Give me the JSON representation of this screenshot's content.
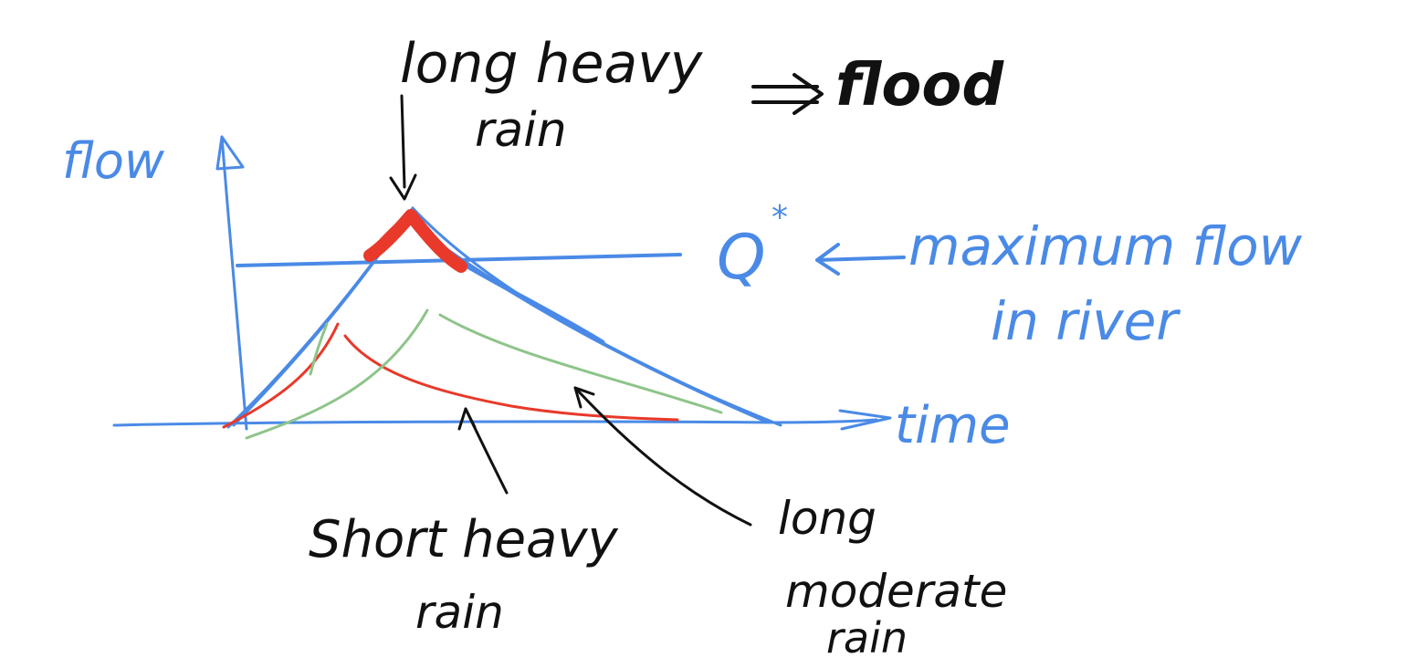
{
  "labels": {
    "y_axis": "flow",
    "x_axis": "time",
    "threshold_symbol": "Q",
    "threshold_superscript": "*",
    "threshold_line1": "maximum flow",
    "threshold_line2": "in river",
    "top_line1": "long heavy",
    "top_line2": "rain",
    "top_result": "flood",
    "short_line1": "Short heavy",
    "short_line2": "rain",
    "moderate_line1": "long",
    "moderate_line2": "moderate",
    "moderate_line3": "rain"
  },
  "colors": {
    "axes": "#4a8ae6",
    "long_heavy": "#4a8ae6",
    "short_heavy": "#e8392a",
    "long_moderate": "#8ec48a",
    "flood_excess": "#e8392a",
    "annotation": "#111111"
  },
  "curves": [
    {
      "name": "long heavy rain",
      "color_key": "long_heavy"
    },
    {
      "name": "short heavy rain",
      "color_key": "short_heavy"
    },
    {
      "name": "long moderate rain",
      "color_key": "long_moderate"
    }
  ]
}
